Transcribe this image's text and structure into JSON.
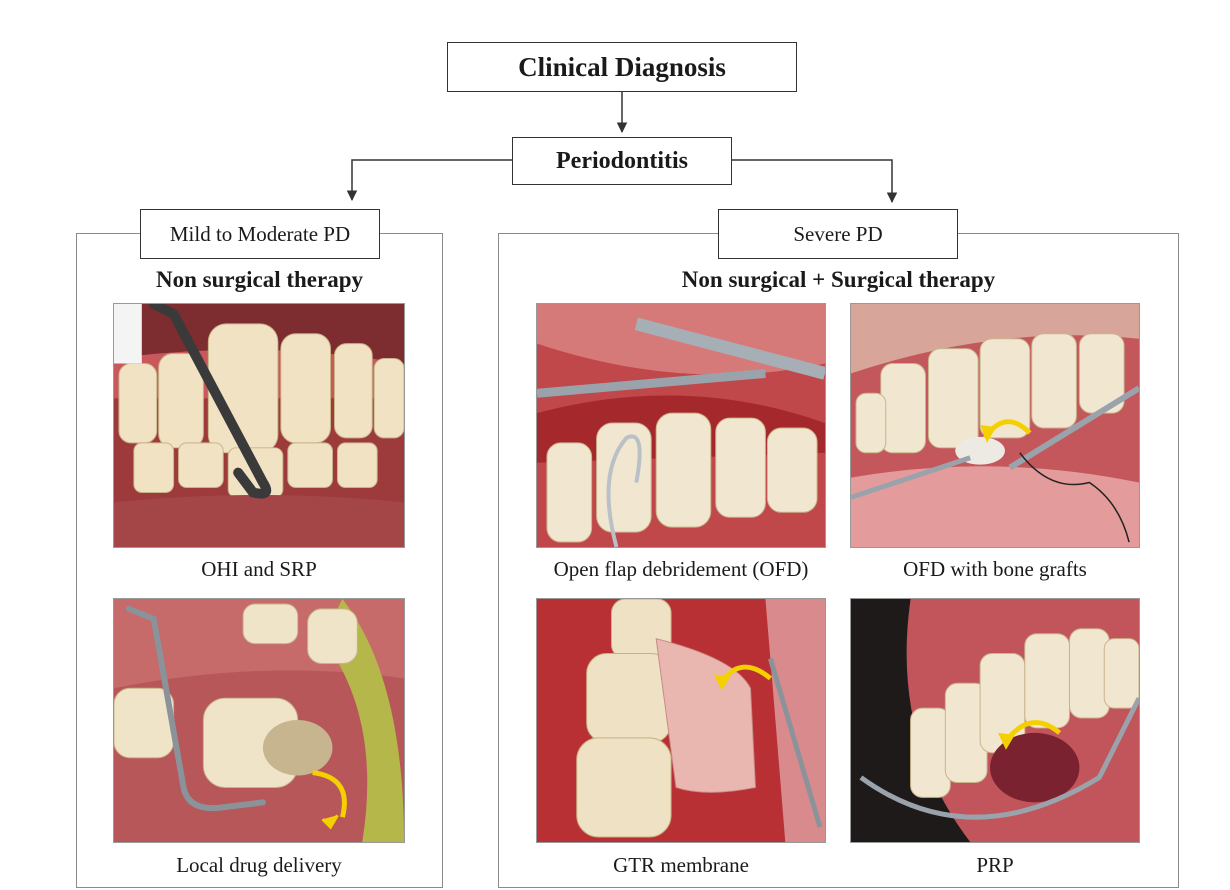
{
  "root": {
    "label": "Clinical Diagnosis"
  },
  "condition": {
    "label": "Periodontitis"
  },
  "mild": {
    "label": "Mild to Moderate PD",
    "therapy": "Non surgical therapy",
    "images": [
      {
        "caption": "OHI and SRP"
      },
      {
        "caption": "Local drug delivery"
      }
    ]
  },
  "severe": {
    "label": "Severe PD",
    "therapy": "Non surgical + Surgical therapy",
    "images": [
      {
        "caption": "Open flap debridement (OFD)"
      },
      {
        "caption": "OFD with bone grafts"
      },
      {
        "caption": "GTR membrane"
      },
      {
        "caption": "PRP"
      }
    ]
  },
  "colors": {
    "arrow_annotation": "#f5d000",
    "gum": "#b5423f",
    "tooth": "#efe3c8",
    "instrument": "#9aa3ab"
  }
}
